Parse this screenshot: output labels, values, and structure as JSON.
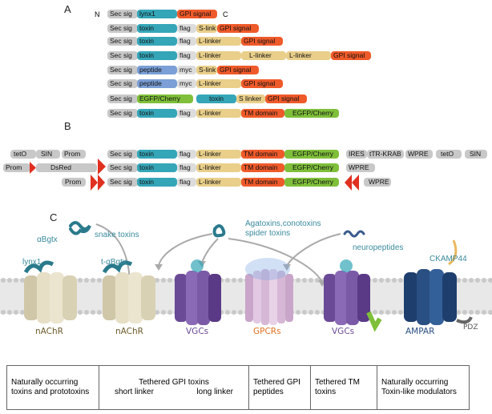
{
  "panels": {
    "a": "A",
    "b": "B",
    "c": "C"
  },
  "rowA1": {
    "n": "N",
    "c": "C",
    "sec": "Sec sig",
    "lynx": "lynx1",
    "gpi": "GPI signal"
  },
  "rowA2": {
    "sec": "Sec sig",
    "toxin": "toxin",
    "flag": "flag",
    "slink": "S-link",
    "gpi": "GPI signal"
  },
  "rowA3": {
    "sec": "Sec sig",
    "toxin": "toxin",
    "flag": "flag",
    "llink": "L-linker",
    "gpi": "GPI signal"
  },
  "rowA4": {
    "sec": "Sec sig",
    "toxin": "toxin",
    "flag": "flag",
    "l1": "L-linker",
    "l2": "L-linker",
    "l3": "L-linker",
    "gpi": "GPI signal"
  },
  "rowA5": {
    "sec": "Sec sig",
    "peptide": "peptide",
    "myc": "myc",
    "slink": "S-link",
    "gpi": "GPI signal"
  },
  "rowA6": {
    "sec": "Sec sig",
    "peptide": "peptide",
    "myc": "myc",
    "llink": "L-linker",
    "gpi": "GPI signal"
  },
  "rowA7": {
    "sec": "Sec sig",
    "egfp": "EGFP/Cherry",
    "toxin": "toxin",
    "slink": "S linker",
    "gpi": "GPI signal"
  },
  "rowA8": {
    "sec": "Sec sig",
    "toxin": "toxin",
    "flag": "flag",
    "llink": "L-linker",
    "tm": "TM domain",
    "egfp": "EGFP/Cherry"
  },
  "rowB1": {
    "teto": "tetO",
    "sin": "SIN",
    "prom": "Prom",
    "sec": "Sec sig",
    "toxin": "toxin",
    "flag": "flag",
    "llink": "L-linker",
    "tm": "TM domain",
    "egfp": "EGFP/Cherry",
    "ires": "IRES",
    "ttr": "tTR-KRAB",
    "wpre": "WPRE",
    "teto2": "tetO",
    "sin2": "SIN"
  },
  "rowB2": {
    "prom": "Prom",
    "dsred": "DsRed",
    "sec": "Sec sig",
    "toxin": "toxin",
    "flag": "flag",
    "llink": "L-linker",
    "tm": "TM domain",
    "egfp": "EGFP/Cherry",
    "wpre": "WPRE"
  },
  "rowB3": {
    "prom": "Prom",
    "sec": "Sec sig",
    "toxin": "toxin",
    "flag": "flag",
    "llink": "L-linker",
    "tm": "TM domain",
    "egfp": "EGFP/Cherry",
    "wpre": "WPRE"
  },
  "captions": {
    "abgtx": "αBgtx",
    "snake": "snake toxins",
    "lynx1": "lynx1",
    "tabgtx": "t-αBgtx",
    "agato1": "Agatoxins,conotoxins",
    "agato2": "spider toxins",
    "neuro": "neuropeptides",
    "ckamp": "CKAMP44"
  },
  "receptors": {
    "r1": "nAChR",
    "r2": "nAChR",
    "r3": "VGCs",
    "r4": "GPCRs",
    "r5": "VGCs",
    "r6": "AMPAR",
    "pdz": "PDZ"
  },
  "categories": [
    {
      "line1": "Naturally occurring",
      "line2": "toxins and prototoxins"
    },
    {
      "line1": "Tethered GPI toxins",
      "line2a": "short linker",
      "line2b": "long linker"
    },
    {
      "line1": "Tethered GPI",
      "line2": "peptides"
    },
    {
      "line1": "Tethered TM",
      "line2": "toxins"
    },
    {
      "line1": "Naturally occurring",
      "line2": "Toxin-like modulators"
    }
  ],
  "colors": {
    "sec": "#c8c8c8",
    "toxin": "#35a6b8",
    "flag": "#dcdcdc",
    "linker": "#e9cf8a",
    "gpi": "#ef5a2a",
    "peptide": "#7b9fd6",
    "egfp": "#7fbf3a",
    "tm": "#ef5a2a",
    "prom_red": "#e03020",
    "receptor_lt": "#e6dfc6",
    "receptor_purple": "#7a5aa6",
    "receptor_pink": "#d6b8d6",
    "receptor_blue": "#2a4f82",
    "caption": "#3a8a9c"
  }
}
